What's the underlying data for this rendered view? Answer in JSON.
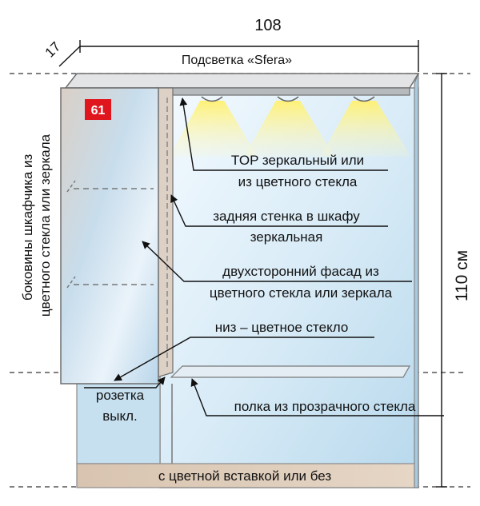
{
  "dimensions": {
    "width_label": "108",
    "depth_label": "17",
    "height_label": "110 см"
  },
  "labels": {
    "lighting": "Подсветка «Sfera»",
    "side_panels_line1": "боковины шкафчика из",
    "side_panels_line2": "цветного стекла или зеркала",
    "top_line1": "TOP зеркальный или",
    "top_line2": "из цветного стекла",
    "back_line1": "задняя стенка в шкафу",
    "back_line2": "зеркальная",
    "facade_line1": "двухсторонний фасад из",
    "facade_line2": "цветного стекла или зеркала",
    "bottom": "низ – цветное стекло",
    "socket_line1": "розетка",
    "socket_line2": "выкл.",
    "shelf": "полка из прозрачного стекла",
    "insert": "с цветной вставкой или без"
  },
  "badge": {
    "text": "61",
    "color": "#e0161e"
  },
  "colors": {
    "glass": "#d2e8f4",
    "mirror": "#e4ddd6",
    "frame": "#6e6e6e",
    "insert": "#dccab7",
    "light": "#fff39a",
    "ink": "#111111"
  }
}
